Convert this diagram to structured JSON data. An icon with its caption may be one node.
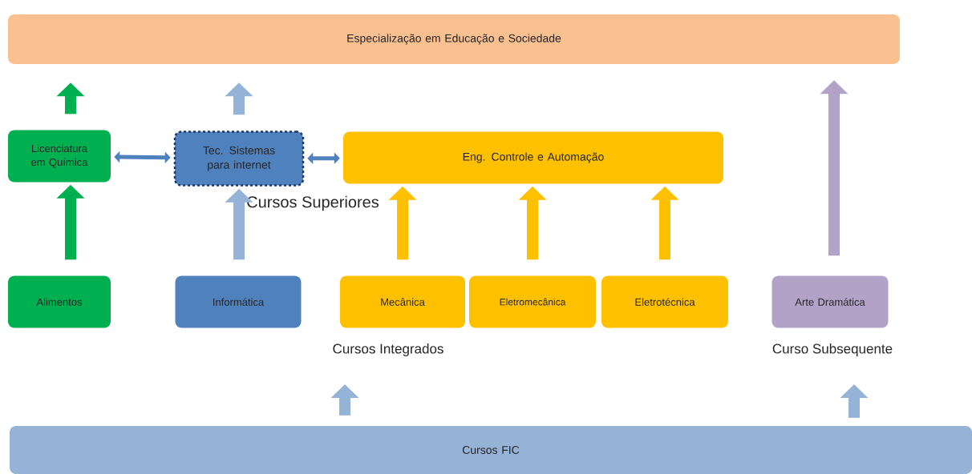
{
  "diagram": {
    "nodes": [
      {
        "text": [
          "Especialização em Educação e Sociedade"
        ]
      },
      {
        "text": [
          "Licenciatura em Química"
        ]
      },
      {
        "text": [
          "Tec. Sistemas para internet"
        ]
      },
      {
        "text": [
          "Eng. Controle e Automação"
        ]
      },
      {
        "text": [
          "Alimentos"
        ]
      },
      {
        "text": [
          "Informática"
        ]
      },
      {
        "text": [
          "Mecânica"
        ]
      },
      {
        "text": [
          "Eletromecânica"
        ]
      },
      {
        "text": [
          "Eletrotécnica"
        ]
      },
      {
        "text": [
          "Arte Dramática"
        ]
      },
      {
        "text": [
          "Cursos FIC"
        ]
      }
    ],
    "edges": [
      {
        "from": 1,
        "to": 0,
        "arrow": "to",
        "color": "#00b050"
      },
      {
        "from": 2,
        "to": 0,
        "arrow": "to",
        "color": "#95b3d7"
      },
      {
        "from": 1,
        "to": 2,
        "arrow": "both",
        "color": "#4f81bd"
      },
      {
        "from": 2,
        "to": 3,
        "arrow": "both",
        "color": "#4f81bd"
      },
      {
        "from": 4,
        "to": 1,
        "arrow": "to",
        "color": "#00b050"
      },
      {
        "from": 5,
        "to": 2,
        "arrow": "to",
        "color": "#95b3d7"
      },
      {
        "from": 6,
        "to": 3,
        "arrow": "to",
        "color": "#ffc000"
      },
      {
        "from": 7,
        "to": 3,
        "arrow": "to",
        "color": "#ffc000"
      },
      {
        "from": 8,
        "to": 3,
        "arrow": "to",
        "color": "#ffc000"
      },
      {
        "from": 9,
        "to": 0,
        "arrow": "to",
        "color": "#b3a2c7"
      },
      {
        "from": 10,
        "to": null,
        "arrow": "to",
        "color": "#95b3d7"
      },
      {
        "from": 10,
        "to": null,
        "arrow": "to",
        "color": "#95b3d7"
      }
    ],
    "labels": [
      "Cursos Superiores",
      "Cursos Integrados",
      "Curso Subsequente"
    ]
  }
}
